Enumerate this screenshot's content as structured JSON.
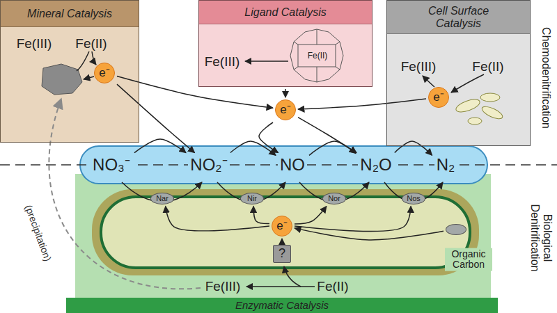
{
  "diagram": {
    "nodes": [
      {
        "text": [
          "Mineral Catalysis",
          "Fe(III)",
          "Fe(II)"
        ]
      },
      {
        "text": [
          "e⁻"
        ],
        "in": 0
      },
      {
        "text": [
          "Ligand Catalysis",
          "Fe(III)",
          "Fe(II)"
        ]
      },
      {
        "text": [
          "Cell Surface Catalysis",
          "Fe(III)",
          "Fe(II)"
        ]
      },
      {
        "text": [
          "e⁻"
        ],
        "in": 3
      },
      {
        "text": [
          "e⁻"
        ]
      },
      {
        "text": [
          "NO₃⁻"
        ]
      },
      {
        "text": [
          "NO₂⁻"
        ]
      },
      {
        "text": [
          "NO"
        ]
      },
      {
        "text": [
          "N₂O"
        ]
      },
      {
        "text": [
          "N₂"
        ]
      },
      {
        "text": [
          "Nar"
        ]
      },
      {
        "text": [
          "Nir"
        ]
      },
      {
        "text": [
          "Nor"
        ]
      },
      {
        "text": [
          "Nos"
        ]
      },
      {
        "text": [
          "e⁻"
        ]
      },
      {
        "text": [
          "?"
        ]
      },
      {
        "text": [
          "Organic Carbon"
        ]
      },
      {
        "text": [
          "Enzymatic Catalysis"
        ]
      }
    ],
    "edges": [
      {
        "from": 1,
        "to": 5,
        "arrow": "to"
      },
      {
        "from": 1,
        "to": 7,
        "arrow": "to"
      },
      {
        "from": 2,
        "to": 5,
        "arrow": "to"
      },
      {
        "from": 4,
        "to": 5,
        "arrow": "to"
      },
      {
        "from": 5,
        "to": 8,
        "arrow": "to"
      },
      {
        "from": 5,
        "to": 9,
        "arrow": "to"
      },
      {
        "from": 6,
        "to": 7,
        "arrow": "to"
      },
      {
        "from": 7,
        "to": 8,
        "arrow": "to"
      },
      {
        "from": 8,
        "to": 9,
        "arrow": "to"
      },
      {
        "from": 9,
        "to": 10,
        "arrow": "to"
      },
      {
        "from": 15,
        "to": 11,
        "arrow": "to"
      },
      {
        "from": 15,
        "to": 12,
        "arrow": "to"
      },
      {
        "from": 15,
        "to": 13,
        "arrow": "to"
      },
      {
        "from": 15,
        "to": 14,
        "arrow": "to"
      },
      {
        "from": 16,
        "to": 15,
        "arrow": "to"
      },
      {
        "from": 17,
        "to": 15,
        "arrow": "to"
      }
    ],
    "labels": [
      "Chemodenitrification",
      "Biological Denitrification",
      "(precipitation)",
      "Fe(III)",
      "Fe(II)"
    ]
  }
}
